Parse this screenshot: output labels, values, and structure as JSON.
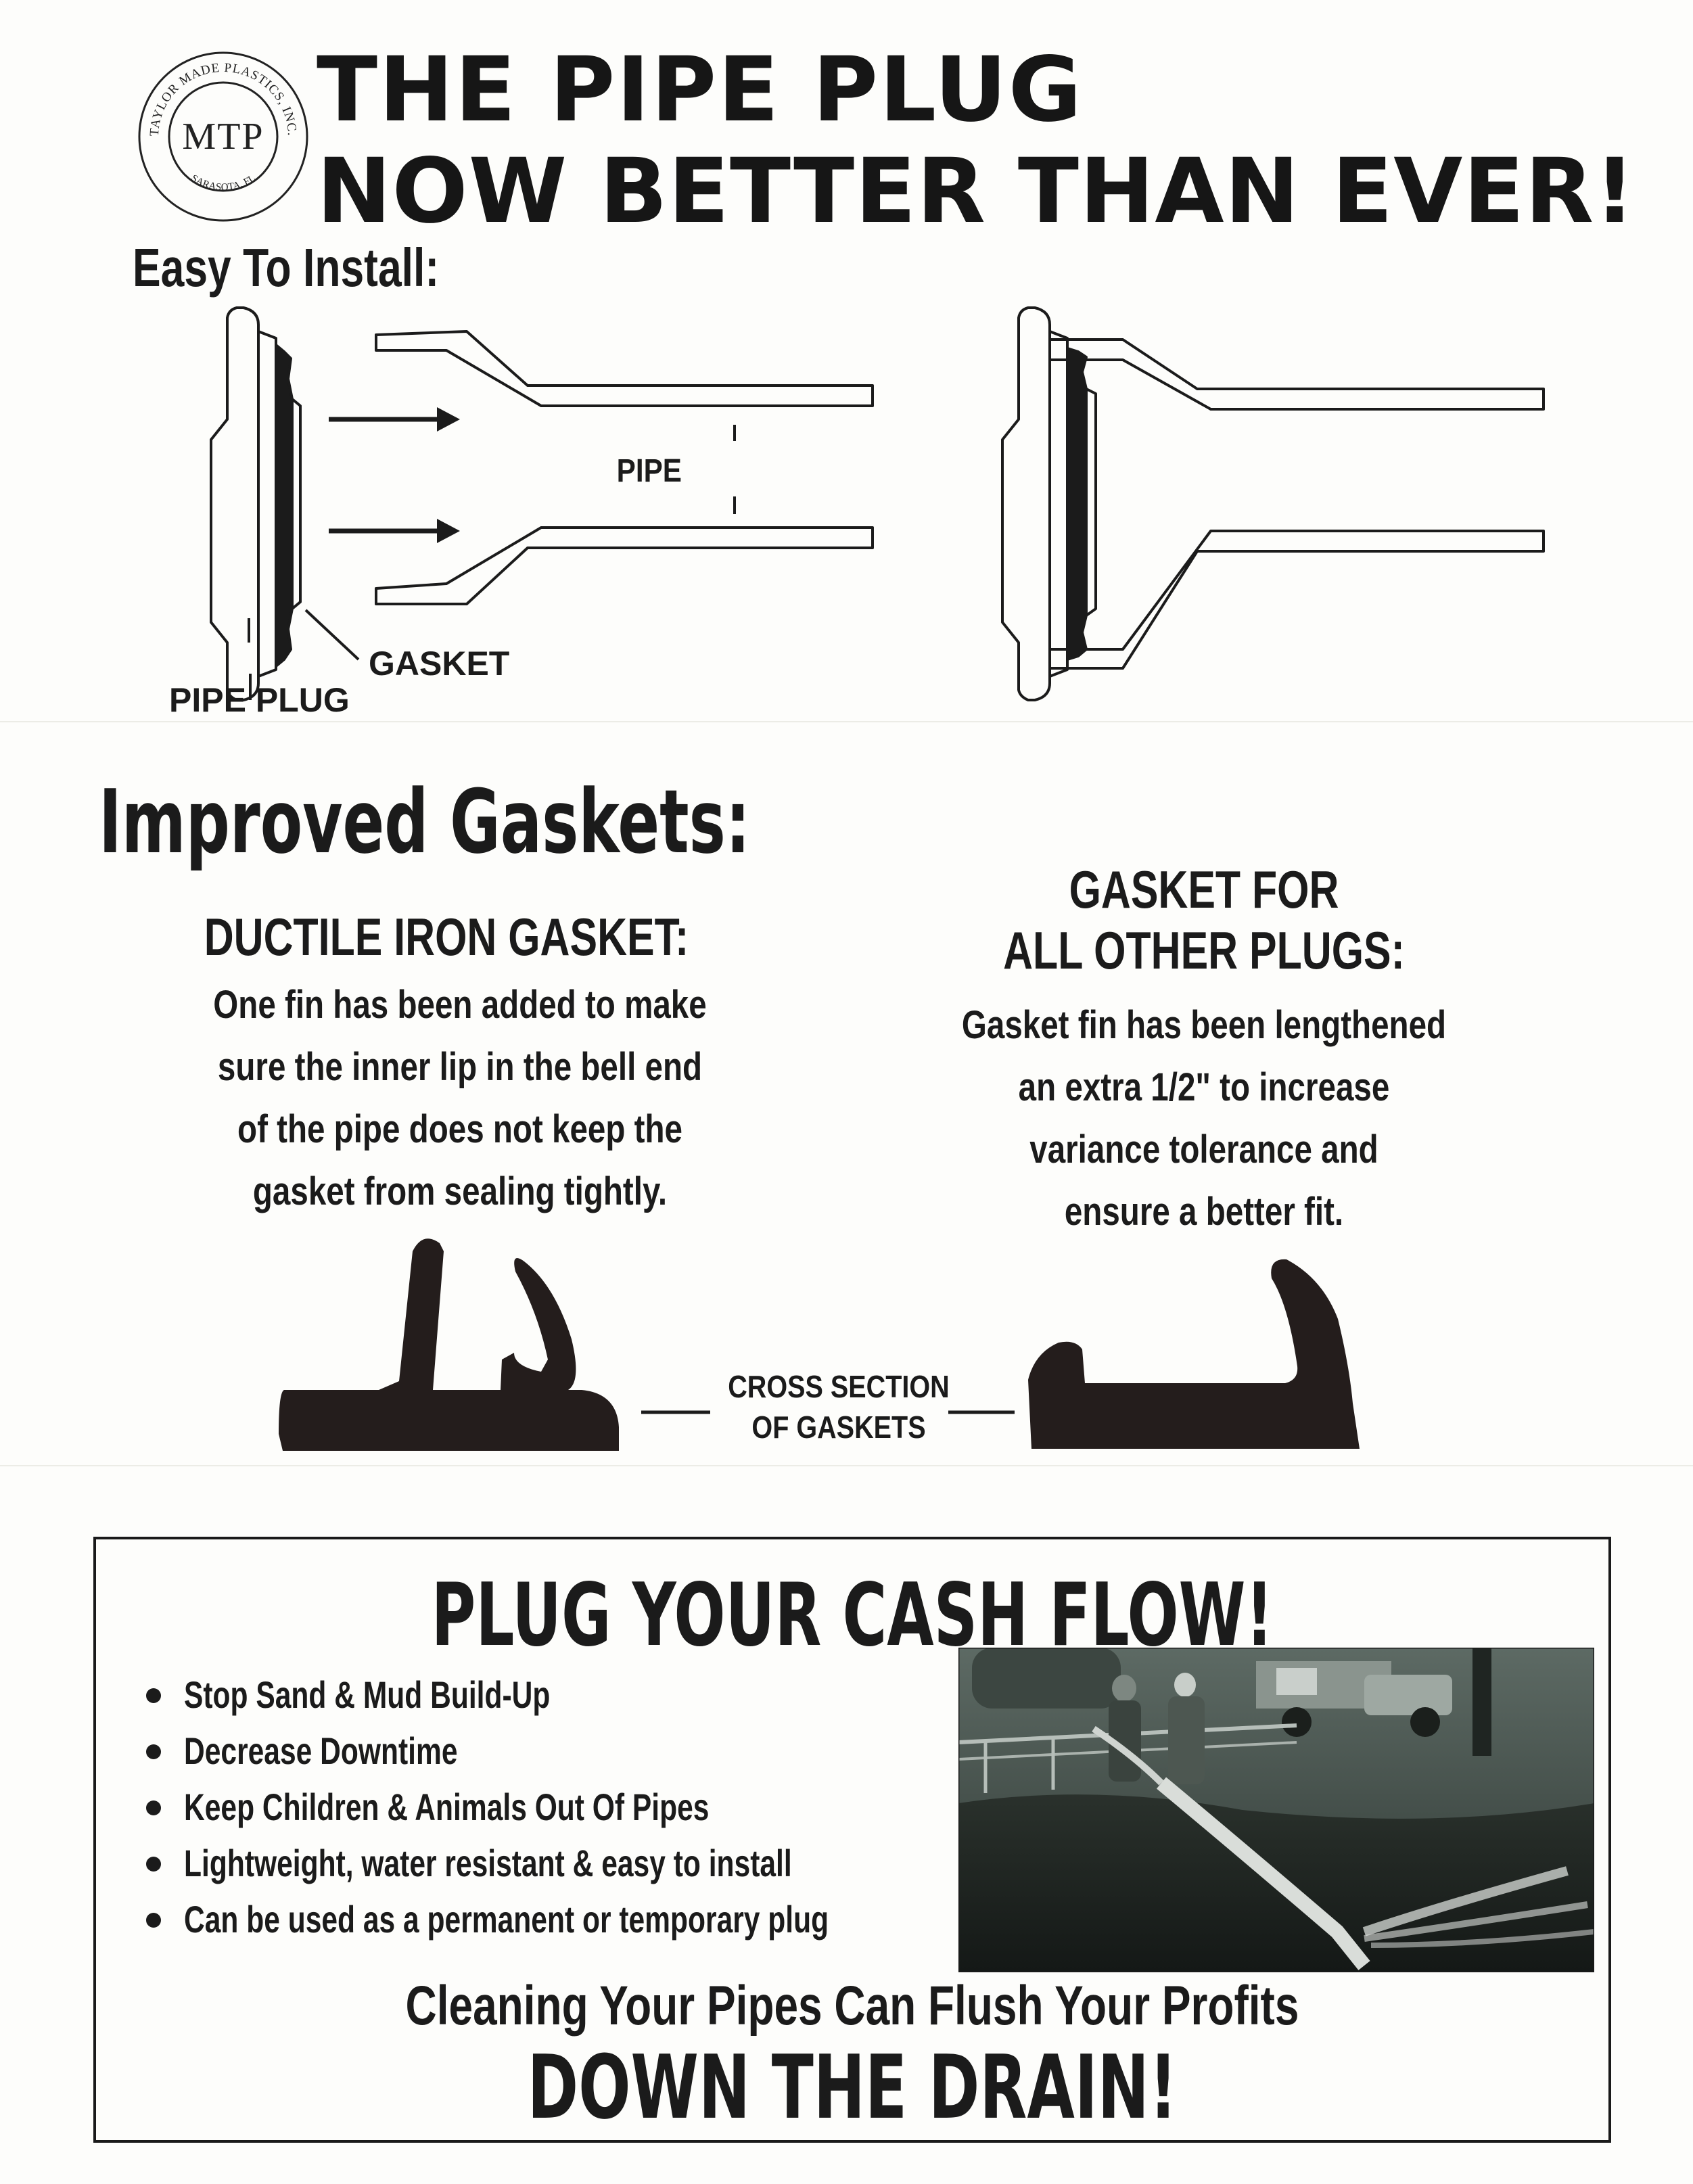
{
  "header": {
    "logo": {
      "initials": "MTP",
      "company": "TAYLOR MADE PLASTICS, INC.",
      "location": "SARASOTA, FL"
    },
    "title_line1": "THE PIPE PLUG",
    "title_line2": "NOW BETTER THAN EVER!"
  },
  "install": {
    "heading": "Easy To Install:",
    "labels": {
      "pipe": "PIPE",
      "gasket": "GASKET",
      "pipe_plug": "PIPE PLUG"
    }
  },
  "gaskets": {
    "heading": "Improved Gaskets:",
    "ductile": {
      "title": "DUCTILE IRON GASKET:",
      "lines": [
        "One fin has been added to make",
        "sure the inner lip in the bell end",
        "of the pipe does not keep the",
        "gasket from sealing tightly."
      ]
    },
    "other": {
      "title_line1": "GASKET FOR",
      "title_line2": "ALL OTHER PLUGS:",
      "lines": [
        "Gasket fin has been lengthened",
        "an extra 1/2\" to increase",
        "variance tolerance and",
        "ensure a better fit."
      ]
    },
    "cross_section_line1": "CROSS SECTION",
    "cross_section_line2": "OF GASKETS"
  },
  "promo": {
    "title": "PLUG YOUR CASH FLOW!",
    "bullets": [
      "Stop Sand & Mud Build-Up",
      "Decrease Downtime",
      "Keep Children & Animals Out Of Pipes",
      "Lightweight, water resistant & easy to install",
      "Can be used as a permanent or temporary plug"
    ],
    "tagline_line1": "Cleaning Your Pipes Can Flush Your Profits",
    "tagline_line2": "DOWN THE DRAIN!"
  }
}
